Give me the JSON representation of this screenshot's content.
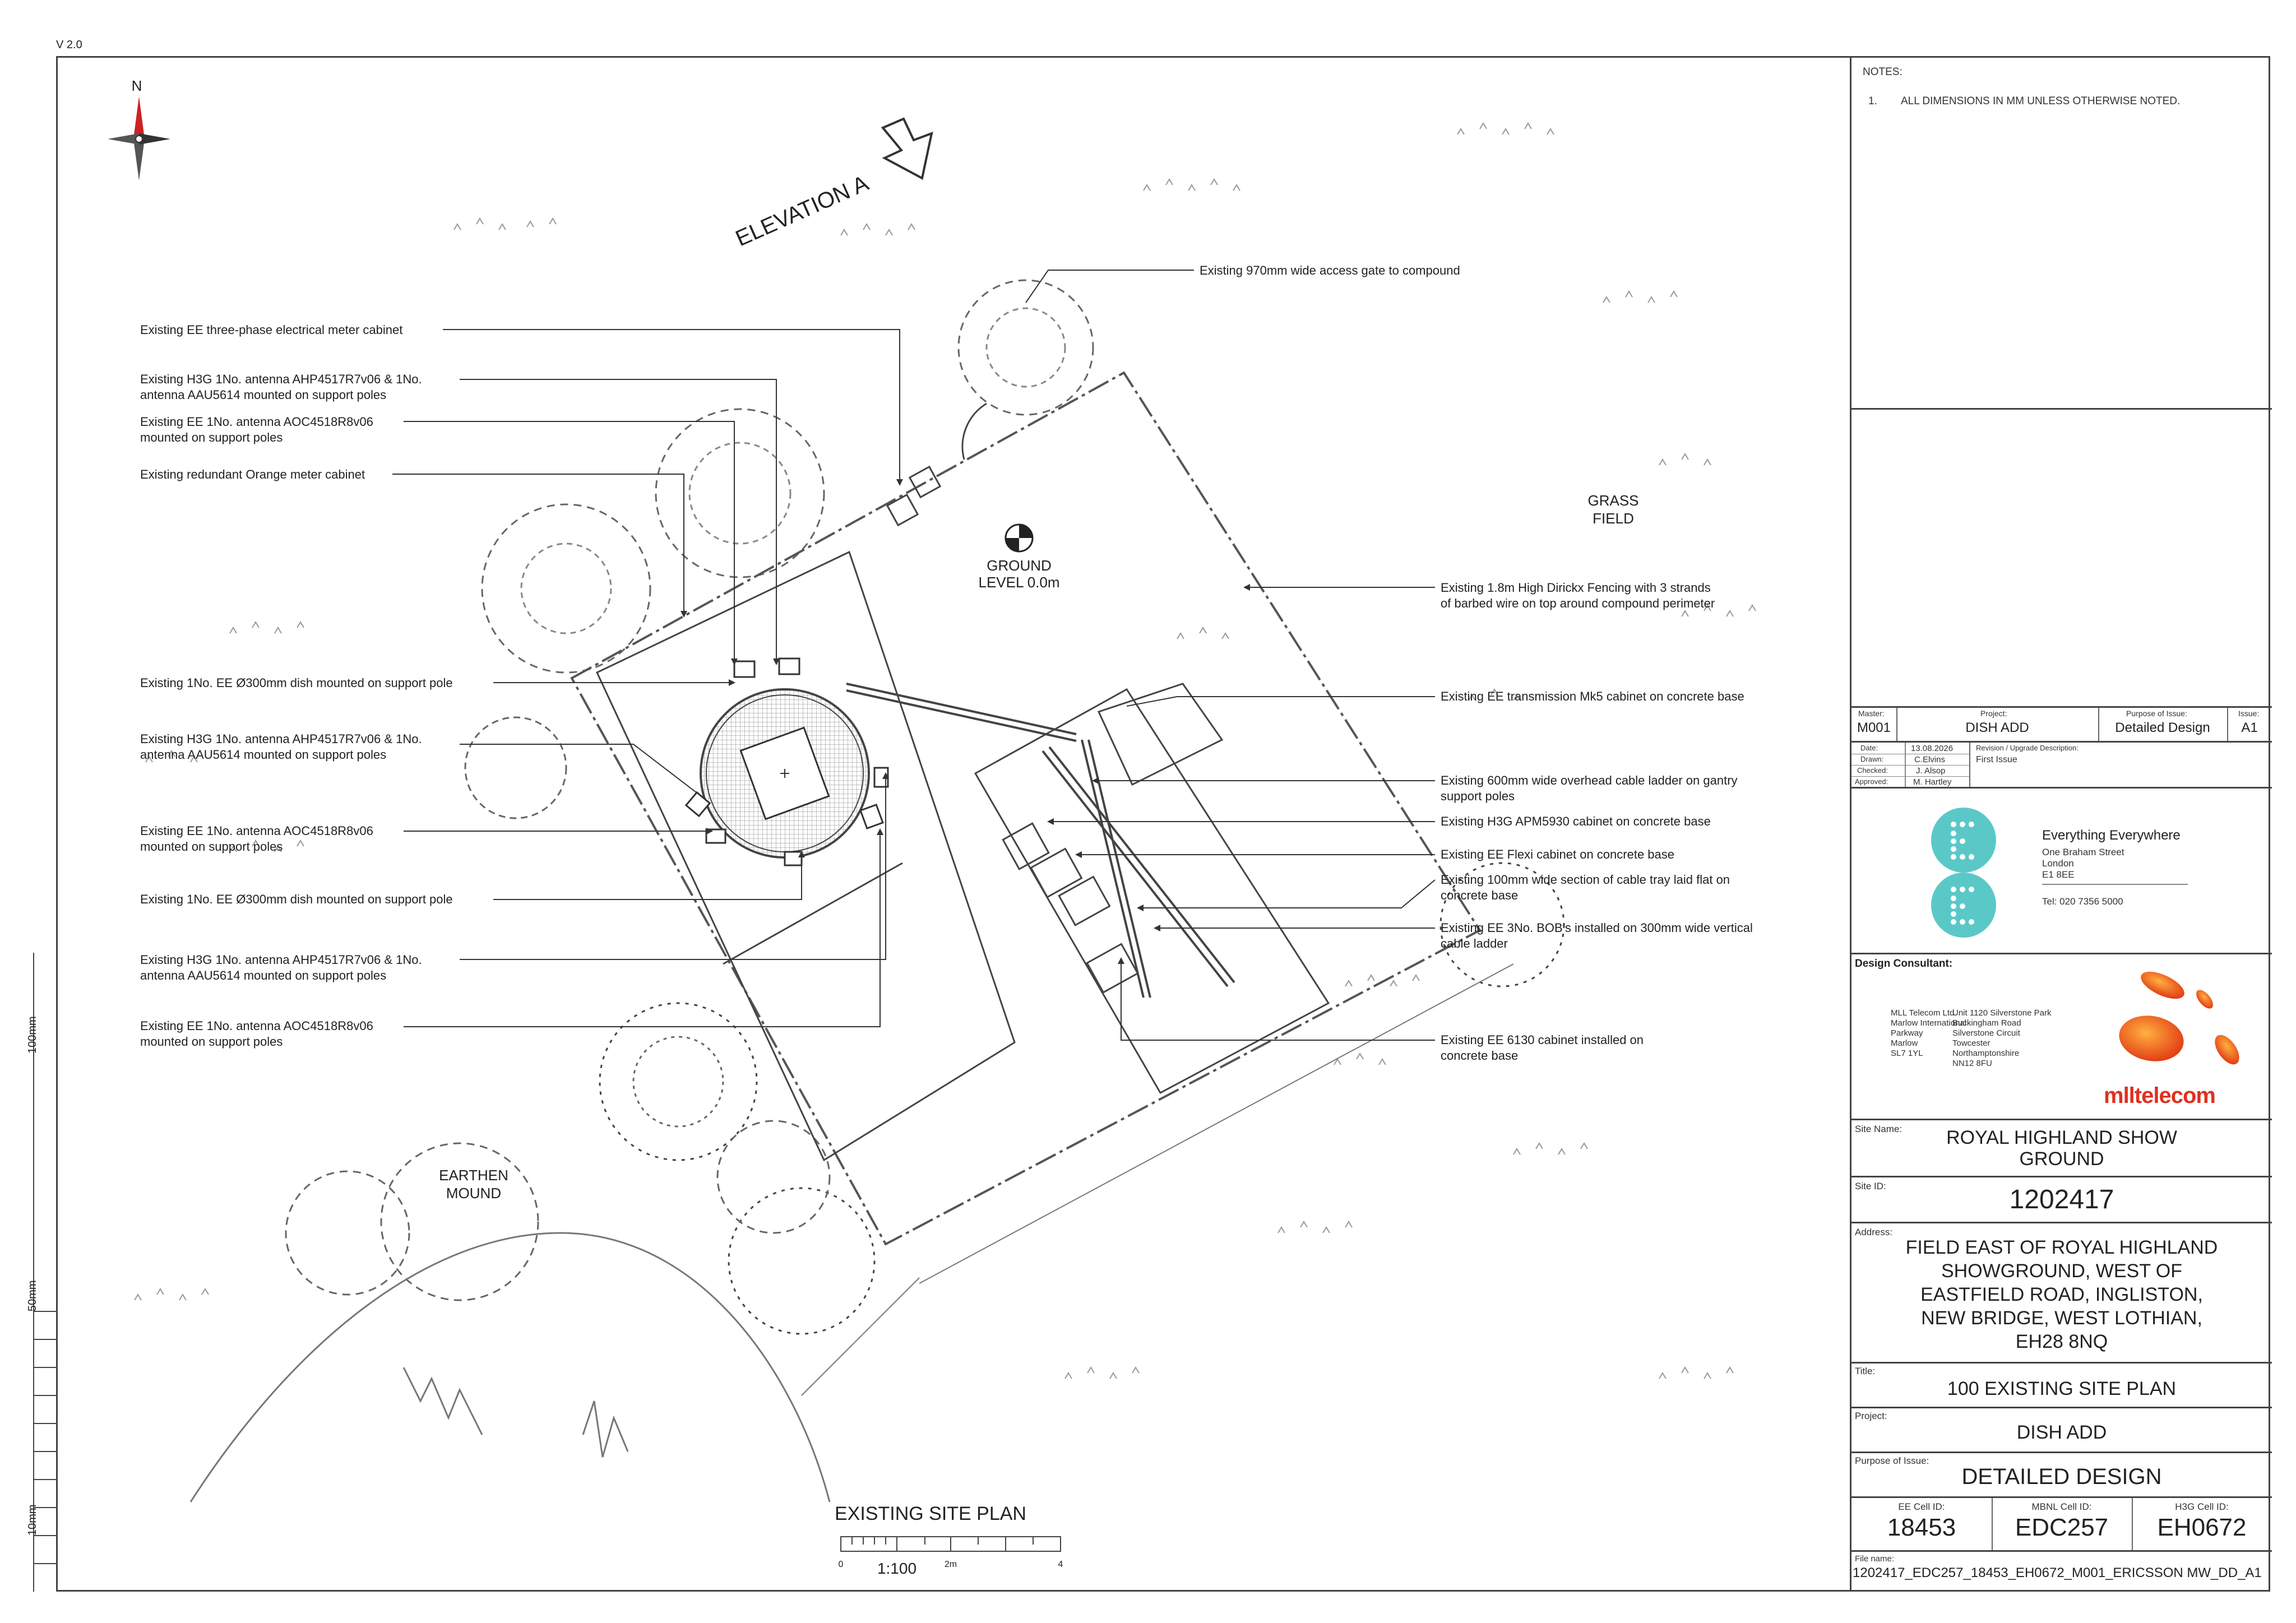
{
  "version": "V 2.0",
  "north_label": "N",
  "elevation_label": "ELEVATION A",
  "ground_label": [
    "GROUND",
    "LEVEL 0.0m"
  ],
  "field_label": [
    "GRASS",
    "FIELD"
  ],
  "mound_label": [
    "EARTHEN",
    "MOUND"
  ],
  "annotations_left": [
    [
      "Existing EE three-phase electrical meter cabinet"
    ],
    [
      "Existing H3G 1No. antenna AHP4517R7v06 & 1No.",
      "antenna AAU5614 mounted on support poles"
    ],
    [
      "Existing EE 1No. antenna AOC4518R8v06",
      "mounted on support poles"
    ],
    [
      "Existing redundant Orange meter cabinet"
    ],
    [
      "Existing 1No. EE Ø300mm dish mounted on support pole"
    ],
    [
      "Existing H3G 1No. antenna AHP4517R7v06 & 1No.",
      "antenna AAU5614 mounted on support poles"
    ],
    [
      "Existing EE 1No. antenna AOC4518R8v06",
      "mounted on support poles"
    ],
    [
      "Existing 1No. EE Ø300mm dish mounted on support pole"
    ],
    [
      "Existing H3G 1No. antenna AHP4517R7v06 & 1No.",
      "antenna AAU5614 mounted on support poles"
    ],
    [
      "Existing EE 1No. antenna AOC4518R8v06",
      "mounted on support poles"
    ]
  ],
  "annotations_right": [
    [
      "Existing 970mm wide access gate to compound"
    ],
    [
      "Existing 1.8m High Dirickx Fencing with 3 strands",
      "of barbed wire on top around compound perimeter"
    ],
    [
      "Existing EE transmission Mk5 cabinet on concrete base"
    ],
    [
      "Existing 600mm wide overhead cable ladder on gantry",
      "support poles"
    ],
    [
      "Existing H3G APM5930 cabinet on concrete base"
    ],
    [
      "Existing EE Flexi cabinet on concrete base"
    ],
    [
      "Existing 100mm wide section of cable tray laid flat on",
      "concrete base"
    ],
    [
      "Existing EE 3No. BOB's installed on 300mm wide vertical",
      "cable ladder"
    ],
    [
      "Existing EE 6130 cabinet installed on",
      "concrete base"
    ]
  ],
  "plan_title": "EXISTING SITE PLAN",
  "scale": "1:100",
  "scale_ticks": [
    "0",
    "2m",
    "4"
  ],
  "ruler_labels": [
    "100mm",
    "50mm",
    "10mm"
  ],
  "title_block": {
    "notes_title": "NOTES:",
    "note_1_num": "1.",
    "note_1": "ALL DIMENSIONS IN MM UNLESS OTHERWISE NOTED.",
    "master_label": "Master:",
    "master": "M001",
    "project_label": "Project:",
    "project": "DISH ADD",
    "purpose_label": "Purpose of Issue:",
    "purpose": "Detailed Design",
    "issue_label": "Issue:",
    "issue": "A1",
    "date_label": "Date:",
    "date": "13.08.2026",
    "drawn_label": "Drawn:",
    "drawn": "C.Elvins",
    "checked_label": "Checked:",
    "checked": "J. Alsop",
    "approved_label": "Approved:",
    "approved": "M. Hartley",
    "revision_label": "Revision / Upgrade Description:",
    "revision": "First Issue",
    "ee_name": "Everything Everywhere",
    "ee_address": [
      "One Braham Street",
      "London",
      "E1 8EE"
    ],
    "ee_tel": "Tel: 020 7356 5000",
    "consultant_label": "Design Consultant:",
    "consultant_col1": [
      "MLL Telecom Ltd",
      "Marlow International",
      "Parkway",
      "Marlow",
      "SL7 1YL"
    ],
    "consultant_col2": [
      "Unit 1120 Silverstone Park",
      "Buckingham Road",
      "Silverstone Circuit",
      "Towcester",
      "Northamptonshire",
      "NN12 8FU"
    ],
    "mll_logo_text": "mlltelecom",
    "site_name_label": "Site Name:",
    "site_name": [
      "ROYAL HIGHLAND SHOW",
      "GROUND"
    ],
    "site_id_label": "Site ID:",
    "site_id": "1202417",
    "address_label": "Address:",
    "address": [
      "FIELD EAST OF ROYAL HIGHLAND",
      "SHOWGROUND, WEST OF",
      "EASTFIELD ROAD, INGLISTON,",
      "NEW BRIDGE, WEST LOTHIAN,",
      "EH28 8NQ"
    ],
    "title_label": "Title:",
    "title": "100 EXISTING SITE PLAN",
    "project2_label": "Project:",
    "project2": "DISH ADD",
    "purpose2_label": "Purpose of Issue:",
    "purpose2": "DETAILED DESIGN",
    "ee_cell_label": "EE Cell ID:",
    "ee_cell": "18453",
    "mbnl_cell_label": "MBNL Cell ID:",
    "mbnl_cell": "EDC257",
    "h3g_cell_label": "H3G Cell ID:",
    "h3g_cell": "EH0672",
    "file_label": "File name:",
    "file": "1202417_EDC257_18453_EH0672_M001_ERICSSON MW_DD_A1"
  },
  "colors": {
    "ee_teal": "#5bc8c8",
    "mll_orange": "#f07020",
    "mll_red": "#e03020",
    "north_red": "#cc2222"
  }
}
